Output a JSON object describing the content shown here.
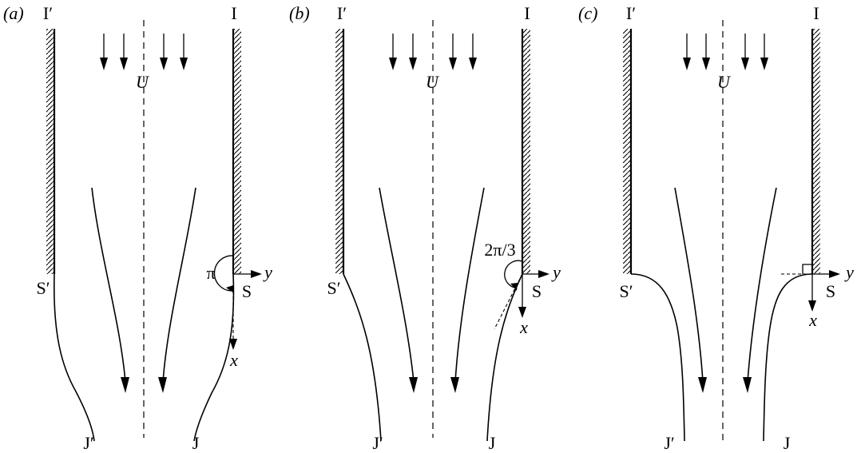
{
  "panels": [
    {
      "id": "a",
      "panel_label": "(a)",
      "wall_left_top": "I′",
      "wall_right_top": "I",
      "velocity_label": "U",
      "separation_left": "S′",
      "separation_right": "S",
      "exit_left": "J′",
      "exit_right": "J",
      "angle_label": "π",
      "axis_y": "y",
      "axis_x": "x"
    },
    {
      "id": "b",
      "panel_label": "(b)",
      "wall_left_top": "I′",
      "wall_right_top": "I",
      "velocity_label": "U",
      "separation_left": "S′",
      "separation_right": "S",
      "exit_left": "J′",
      "exit_right": "J",
      "angle_label": "2π/3",
      "axis_y": "y",
      "axis_x": "x"
    },
    {
      "id": "c",
      "panel_label": "(c)",
      "wall_left_top": "I′",
      "wall_right_top": "I",
      "velocity_label": "U",
      "separation_left": "S′",
      "separation_right": "S",
      "exit_left": "J′",
      "exit_right": "J",
      "angle_label": "",
      "axis_y": "y",
      "axis_x": "x"
    }
  ]
}
